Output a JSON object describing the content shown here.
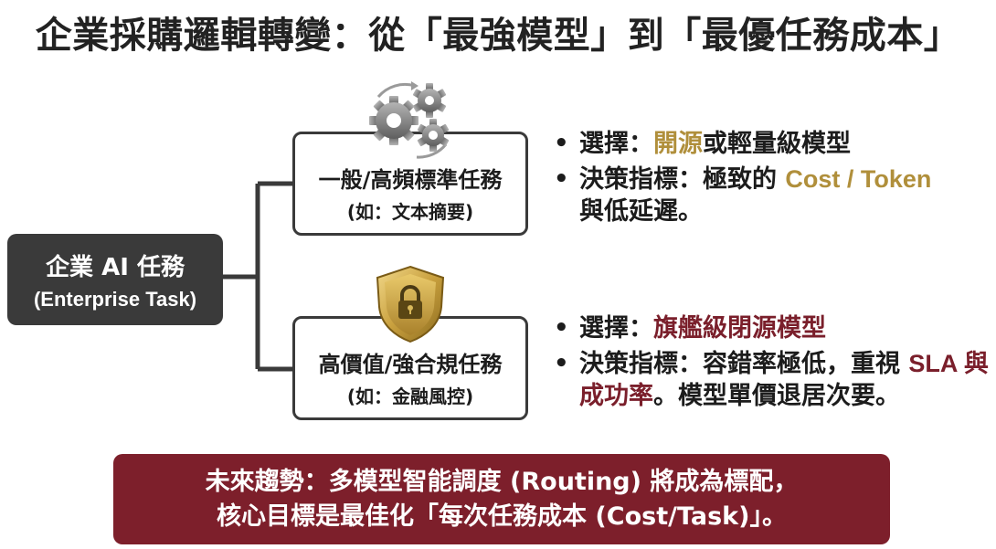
{
  "title": "企業採購邏輯轉變：從「最強模型」到「最優任務成本」",
  "root": {
    "zh": "企業 AI 任務",
    "en": "(Enterprise Task)"
  },
  "tasks": [
    {
      "name": "一般/高頻標準任務",
      "example": "(如：文本摘要)",
      "icon": "gears-icon",
      "bullets": {
        "choice_prefix": "選擇：",
        "choice_highlight": "開源",
        "choice_suffix": "或輕量級模型",
        "metric_prefix": "決策指標：極致的 ",
        "metric_highlight": "Cost / Token",
        "metric_suffix": "與低延遲。"
      }
    },
    {
      "name": "高價值/強合規任務",
      "example": "(如：金融風控)",
      "icon": "lock-shield-icon",
      "bullets": {
        "choice_prefix": "選擇：",
        "choice_highlight": "旗艦級閉源模型",
        "metric_prefix": "決策指標：容錯率極低，重視 ",
        "metric_highlight": "SLA 與成功率",
        "metric_suffix": "。模型單價退居次要。"
      }
    }
  ],
  "banner": {
    "line1": "未來趨勢：多模型智能調度 (Routing) 將成為標配，",
    "line2": "核心目標是最佳化「每次任務成本 (Cost/Task)」。"
  },
  "colors": {
    "gold": "#b08f3b",
    "maroon": "#7d1f2b",
    "dark": "#3a3a3a"
  }
}
